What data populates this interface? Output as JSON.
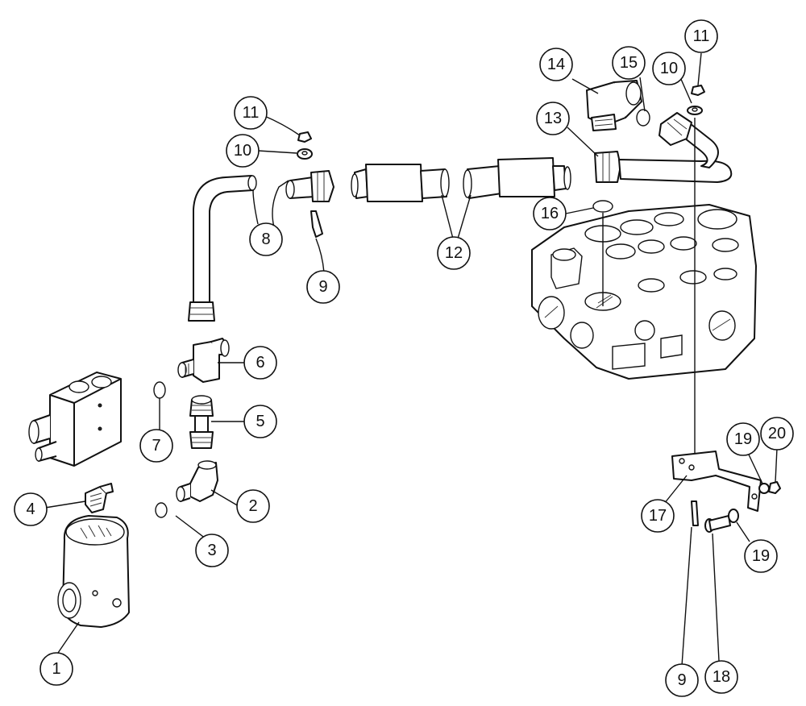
{
  "callouts": [
    {
      "id": "c1",
      "label": "1"
    },
    {
      "id": "c2",
      "label": "2"
    },
    {
      "id": "c3",
      "label": "3"
    },
    {
      "id": "c4",
      "label": "4"
    },
    {
      "id": "c5",
      "label": "5"
    },
    {
      "id": "c6",
      "label": "6"
    },
    {
      "id": "c7",
      "label": "7"
    },
    {
      "id": "c8",
      "label": "8"
    },
    {
      "id": "c9a",
      "label": "9"
    },
    {
      "id": "c10a",
      "label": "10"
    },
    {
      "id": "c11a",
      "label": "11"
    },
    {
      "id": "c12",
      "label": "12"
    },
    {
      "id": "c13",
      "label": "13"
    },
    {
      "id": "c14",
      "label": "14"
    },
    {
      "id": "c15",
      "label": "15"
    },
    {
      "id": "c10b",
      "label": "10"
    },
    {
      "id": "c11b",
      "label": "11"
    },
    {
      "id": "c16",
      "label": "16"
    },
    {
      "id": "c17",
      "label": "17"
    },
    {
      "id": "c9b",
      "label": "9"
    },
    {
      "id": "c18",
      "label": "18"
    },
    {
      "id": "c19a",
      "label": "19"
    },
    {
      "id": "c19b",
      "label": "19"
    },
    {
      "id": "c20",
      "label": "20"
    }
  ]
}
